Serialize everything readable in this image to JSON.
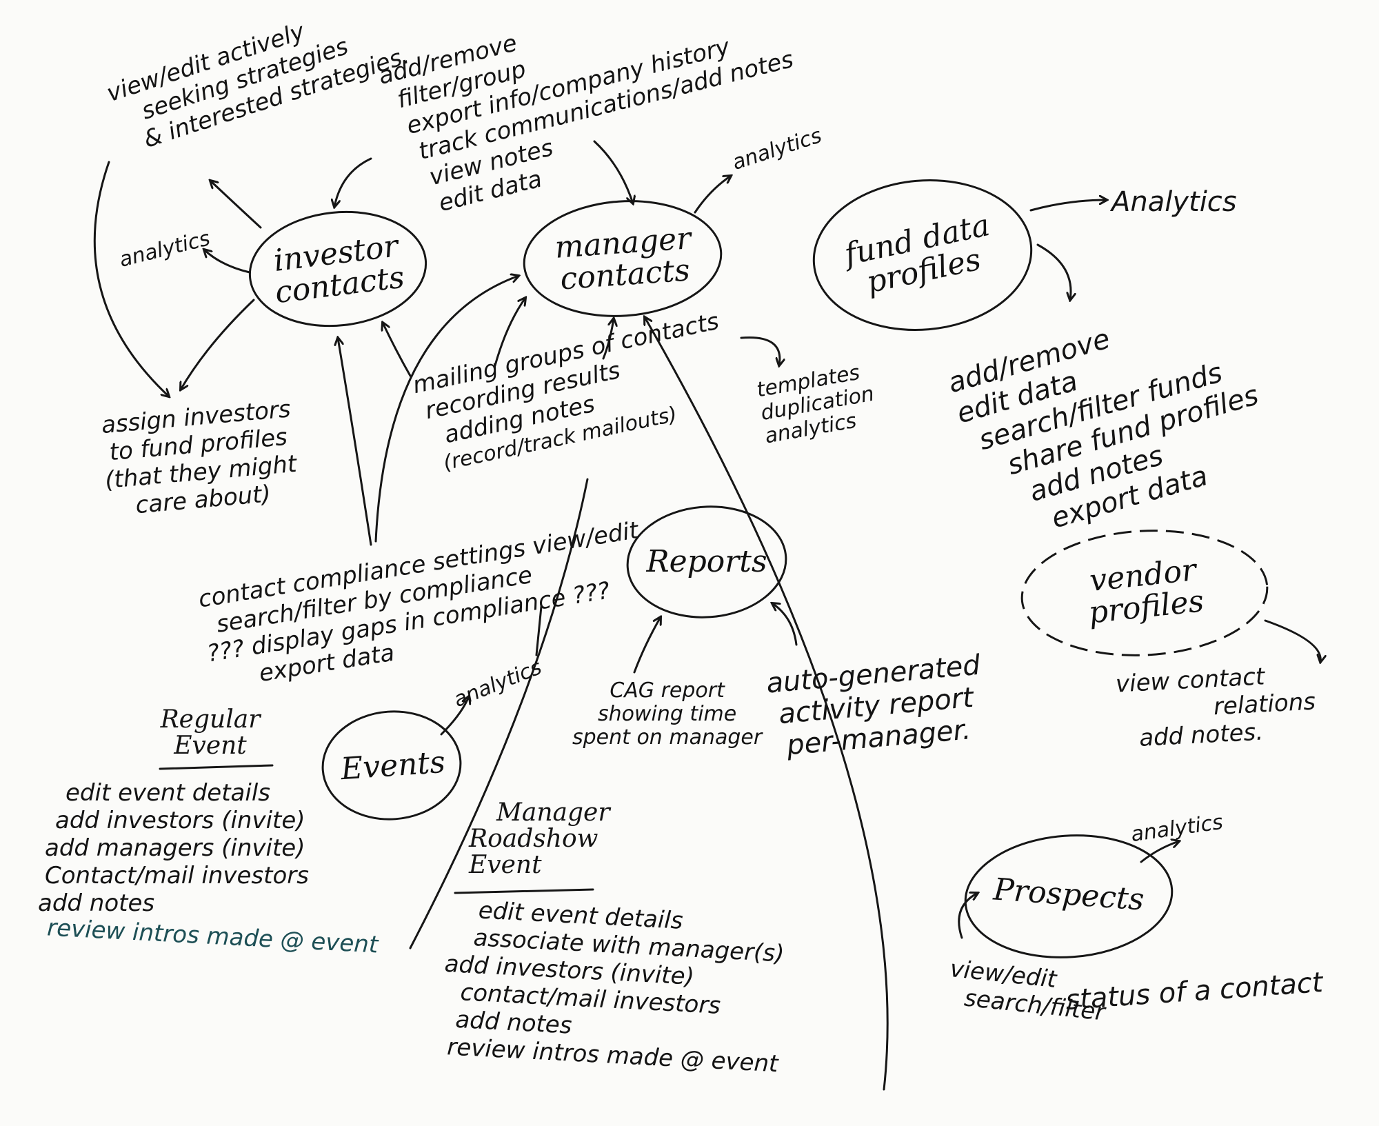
{
  "colors": {
    "ink": "#161616",
    "paper": "#fbfbf9",
    "teal_ink": "#1d4f55"
  },
  "nodes": {
    "investor": [
      "investor",
      "contacts"
    ],
    "manager": [
      "manager",
      "contacts"
    ],
    "fund": [
      "fund data",
      "profiles"
    ],
    "reports": [
      "Reports"
    ],
    "vendor": [
      "vendor",
      "profiles"
    ],
    "events": [
      "Events"
    ],
    "prospects": [
      "Prospects"
    ]
  },
  "notes": {
    "strategies": [
      "view/edit actively",
      "seeking strategies",
      "& interested strategies."
    ],
    "manager_actions": [
      "add/remove",
      "filter/group",
      "export info/company history",
      "track communications/add notes",
      "view notes",
      "edit data"
    ],
    "investor_analytics": "analytics",
    "manager_analytics": "analytics",
    "fund_analytics": "Analytics",
    "assign": [
      "assign investors",
      "to fund profiles",
      "(that they might",
      "care about)"
    ],
    "mailing": [
      "mailing groups of contacts",
      "recording results",
      "adding notes",
      "(record/track mailouts)"
    ],
    "templates": [
      "templates",
      "duplication",
      "analytics"
    ],
    "fund_actions": [
      "add/remove",
      "edit data",
      "search/filter funds",
      "share fund profiles",
      "add notes",
      "export data"
    ],
    "compliance": [
      "contact compliance settings view/edit",
      "search/filter by compliance",
      "??? display gaps in compliance ???",
      "export data"
    ],
    "vendor_actions": [
      "view contact",
      "relations",
      "add notes."
    ],
    "events_analytics": "analytics",
    "cag": [
      "CAG report",
      "showing time",
      "spent on manager"
    ],
    "auto_report": [
      "auto-generated",
      "activity report",
      "per-manager."
    ],
    "regular_event_title": [
      "Regular",
      "Event"
    ],
    "regular_event_items": [
      "edit event details",
      "add investors (invite)",
      "add managers (invite)",
      "Contact/mail investors",
      "add notes"
    ],
    "regular_event_review": "review intros made @ event",
    "roadshow_title": [
      "Manager",
      "Roadshow",
      "Event"
    ],
    "roadshow_items": [
      "edit event details",
      "associate with manager(s)",
      "add investors (invite)",
      "contact/mail investors",
      "add notes",
      "review intros made @ event"
    ],
    "prospects_analytics": "analytics",
    "prospects_actions": [
      "view/edit",
      "search/filter"
    ],
    "prospects_status": "status of a contact"
  }
}
